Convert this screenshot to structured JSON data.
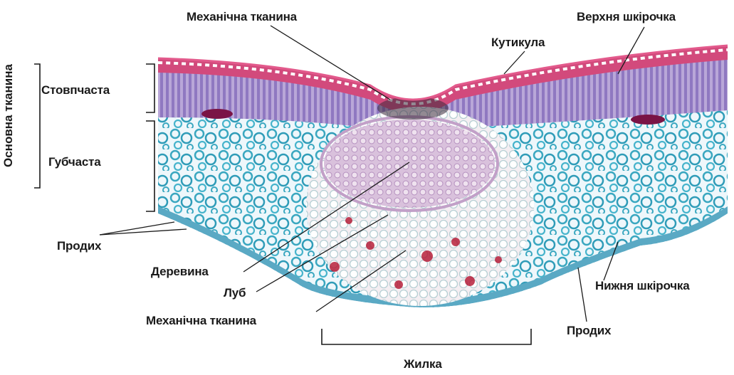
{
  "labels": {
    "mech_top": "Механічна тканина",
    "upper_epidermis": "Верхня шкірочка",
    "cuticle": "Кутикула",
    "ground_tissue": "Основна тканина",
    "palisade": "Стовпчаста",
    "spongy": "Губчаста",
    "stoma_left": "Продих",
    "xylem": "Деревина",
    "phloem": "Луб",
    "mech_bottom": "Механічна тканина",
    "lower_epidermis": "Нижня шкірочка",
    "stoma_right": "Продих",
    "vein": "Жилка"
  },
  "colors": {
    "epidermis": "#c2185b",
    "palisade": "#8e6bb5",
    "spongy": "#4fb3c8",
    "vein_core": "#c9a6d6",
    "line": "#1a1a1a"
  }
}
